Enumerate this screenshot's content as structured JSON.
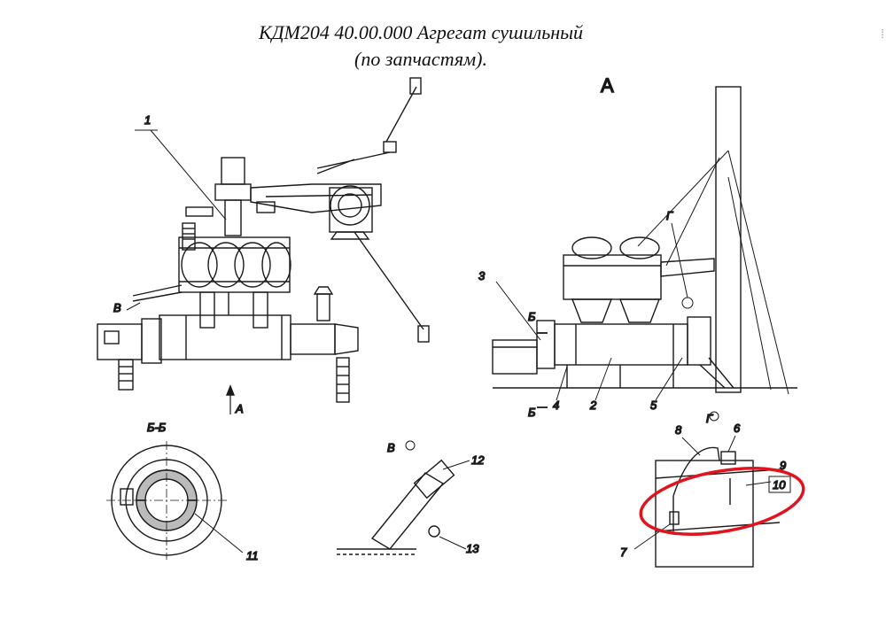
{
  "title": {
    "line1": "КДМ204 40.00.000 Агрегат сушильный",
    "line2": "(по запчастям)."
  },
  "edge_glyph": "⁞",
  "views": {
    "main": {
      "leader_1": "1",
      "view_arrow_label": "А",
      "detail_ref": "В"
    },
    "side": {
      "view_title": "А",
      "section_mark_top": "Б",
      "section_mark_bottom": "Б",
      "labels": [
        "3",
        "4",
        "2",
        "5"
      ],
      "detail_ref": "Г"
    },
    "section_bb": {
      "title": "Б-Б",
      "label": "11"
    },
    "detail_v": {
      "title": "В",
      "labels": [
        "12",
        "13"
      ]
    },
    "detail_g": {
      "title": "Г",
      "labels": [
        "8",
        "6",
        "9",
        "10",
        "7"
      ]
    }
  },
  "highlight": {
    "color": "#e0141e"
  }
}
